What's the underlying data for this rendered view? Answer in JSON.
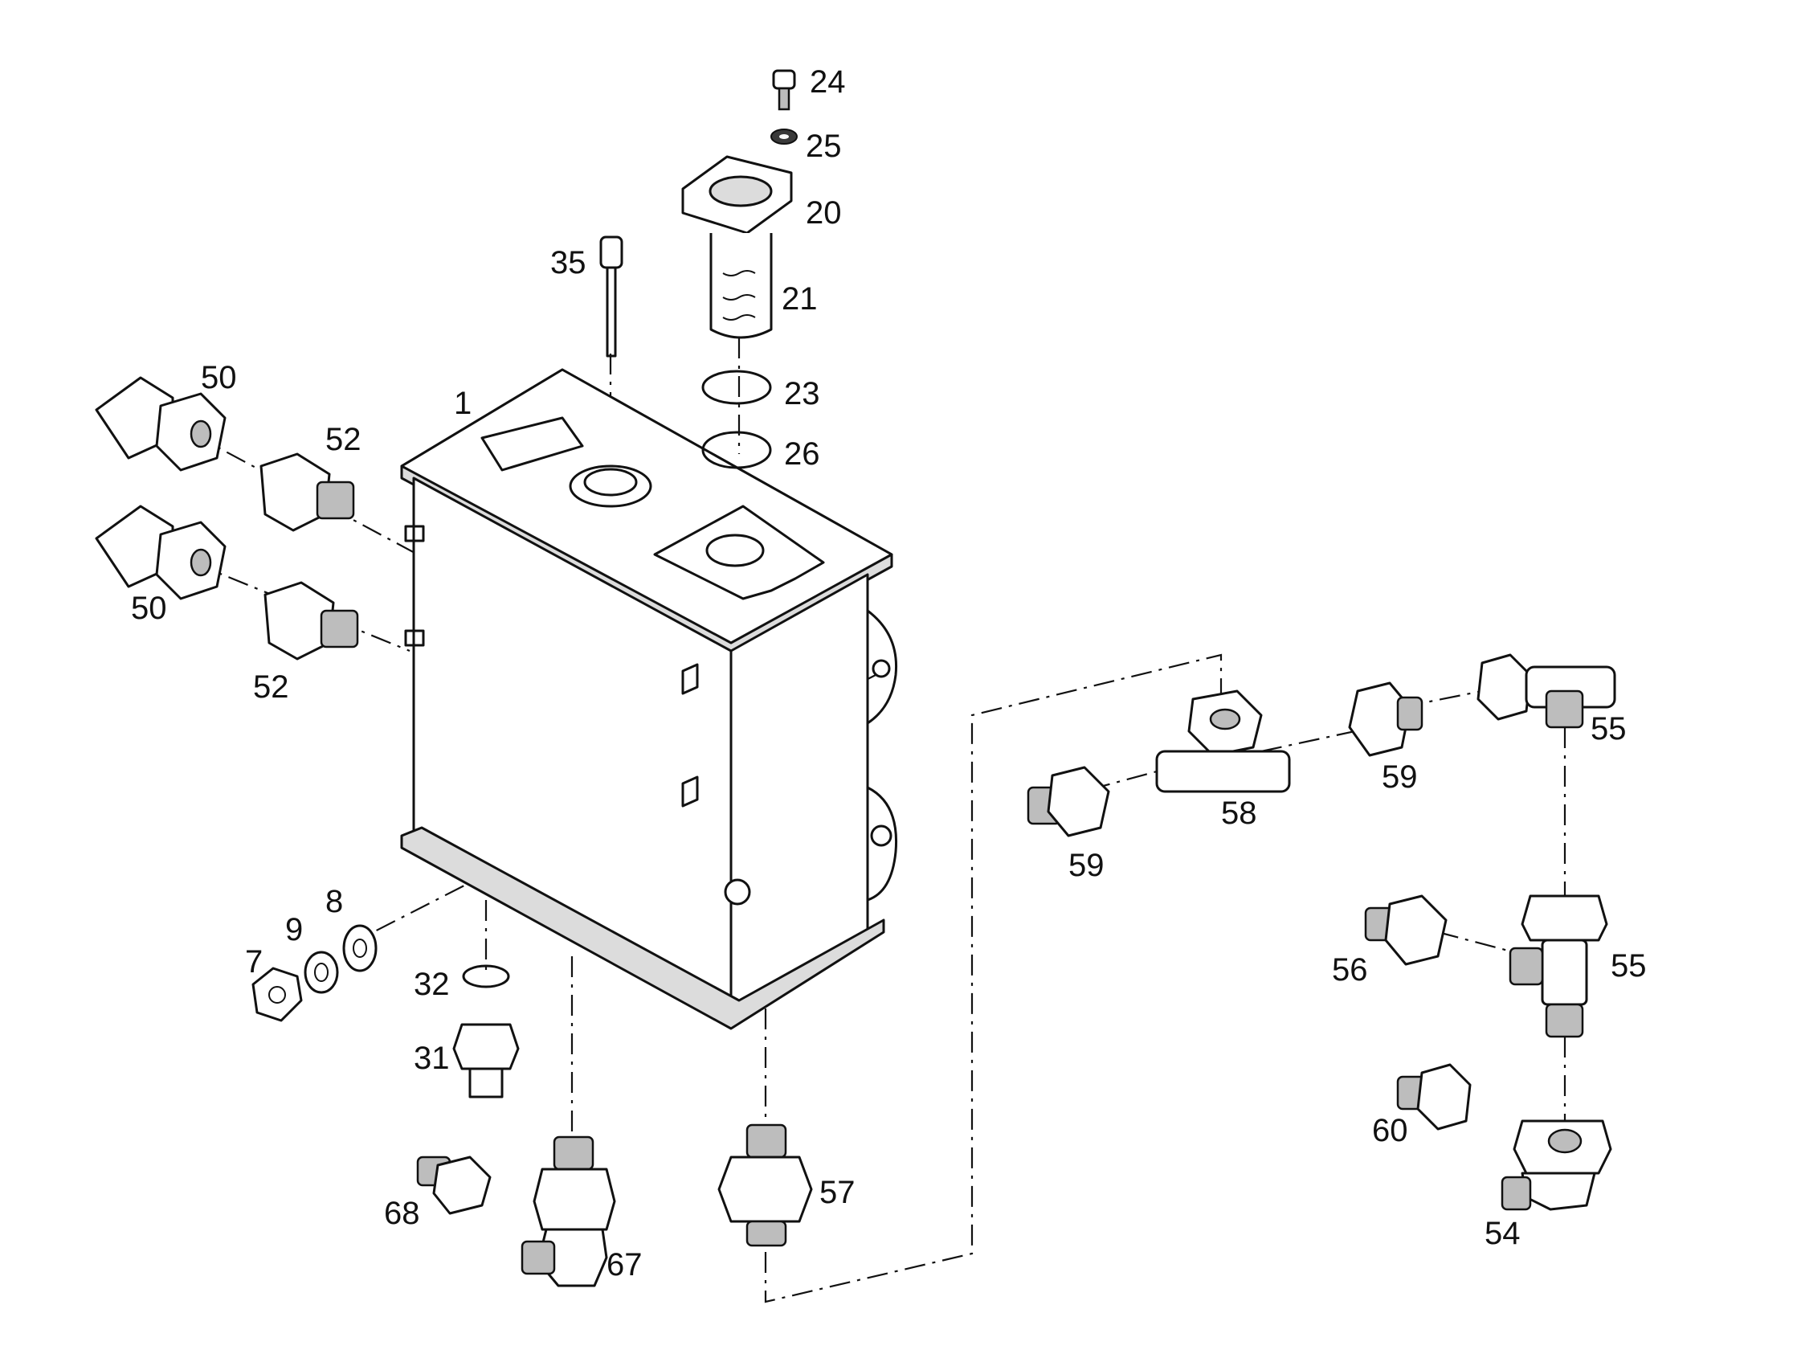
{
  "diagram": {
    "callouts": [
      {
        "id": "c-1",
        "text": "1"
      },
      {
        "id": "c-7",
        "text": "7"
      },
      {
        "id": "c-8",
        "text": "8"
      },
      {
        "id": "c-9",
        "text": "9"
      },
      {
        "id": "c-20",
        "text": "20"
      },
      {
        "id": "c-21",
        "text": "21"
      },
      {
        "id": "c-23",
        "text": "23"
      },
      {
        "id": "c-24",
        "text": "24"
      },
      {
        "id": "c-25",
        "text": "25"
      },
      {
        "id": "c-26",
        "text": "26"
      },
      {
        "id": "c-31",
        "text": "31"
      },
      {
        "id": "c-32",
        "text": "32"
      },
      {
        "id": "c-35",
        "text": "35"
      },
      {
        "id": "c-50a",
        "text": "50"
      },
      {
        "id": "c-50b",
        "text": "50"
      },
      {
        "id": "c-52a",
        "text": "52"
      },
      {
        "id": "c-52b",
        "text": "52"
      },
      {
        "id": "c-54",
        "text": "54"
      },
      {
        "id": "c-55a",
        "text": "55"
      },
      {
        "id": "c-55b",
        "text": "55"
      },
      {
        "id": "c-56",
        "text": "56"
      },
      {
        "id": "c-57",
        "text": "57"
      },
      {
        "id": "c-58",
        "text": "58"
      },
      {
        "id": "c-59a",
        "text": "59"
      },
      {
        "id": "c-59b",
        "text": "59"
      },
      {
        "id": "c-60",
        "text": "60"
      },
      {
        "id": "c-67",
        "text": "67"
      },
      {
        "id": "c-68",
        "text": "68"
      }
    ]
  }
}
